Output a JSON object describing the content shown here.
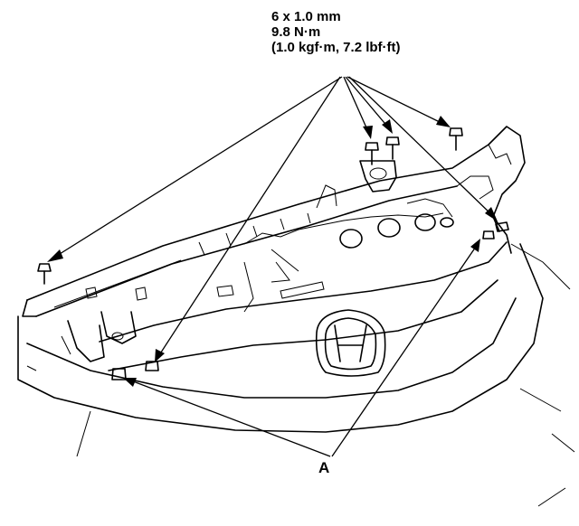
{
  "torque_spec": {
    "bolt_size": "6 x 1.0 mm",
    "torque_nm": "9.8 N·m",
    "torque_alt": "(1.0 kgf·m, 7.2 lbf·ft)"
  },
  "callouts": {
    "a_label": "A"
  }
}
